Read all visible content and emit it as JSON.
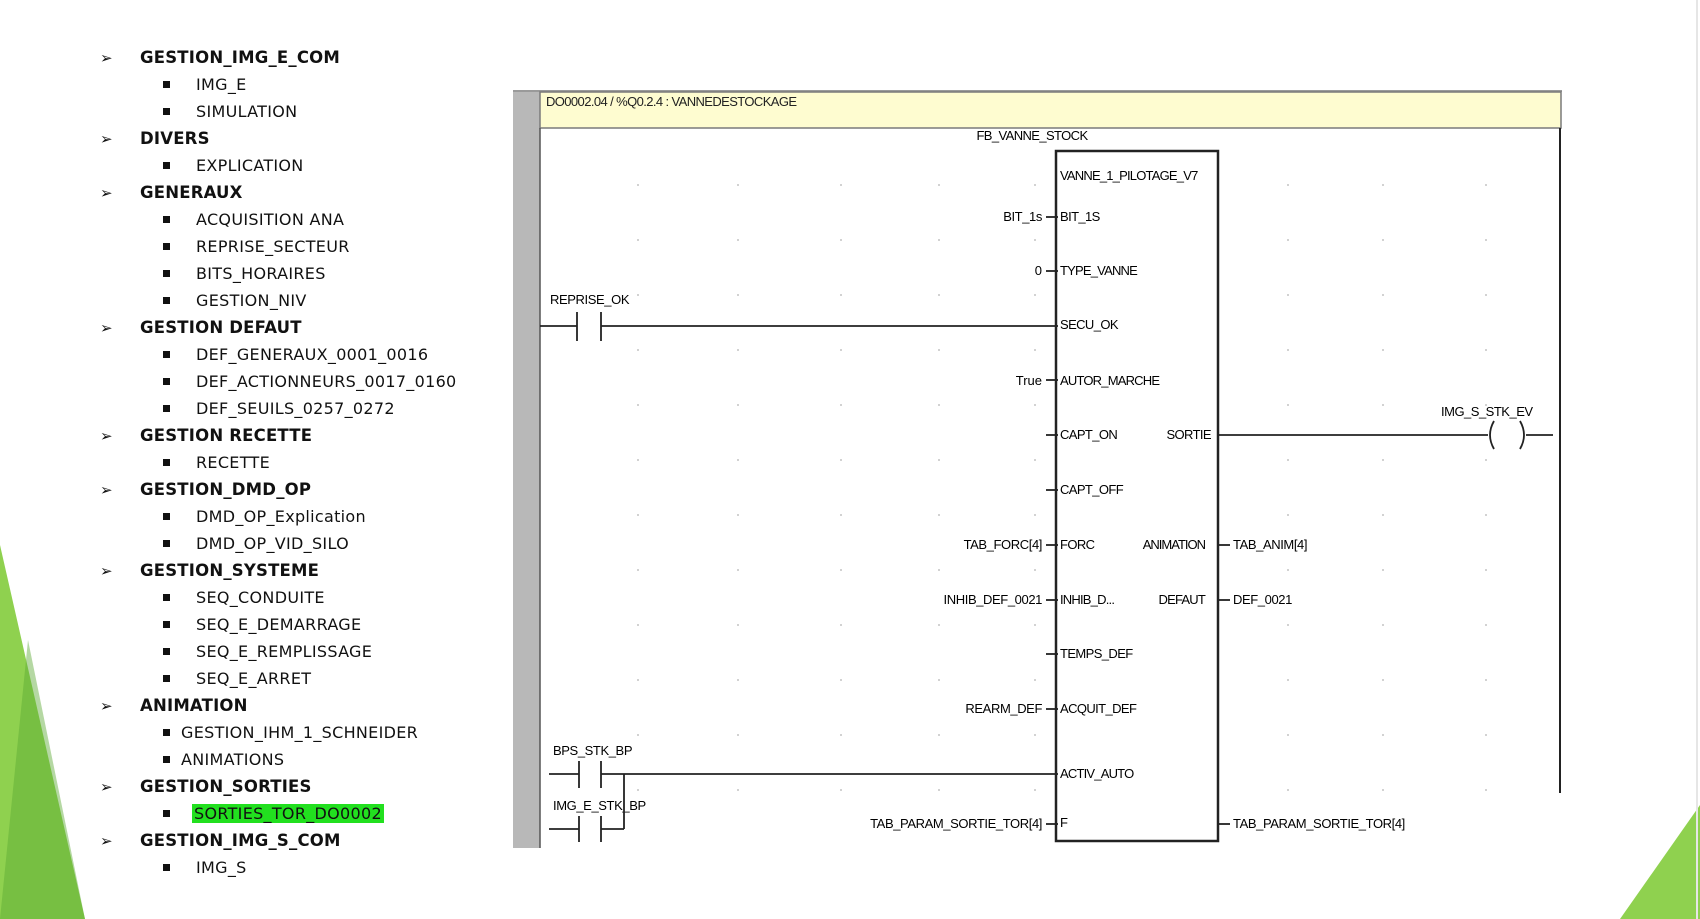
{
  "outline": {
    "groups": [
      {
        "label": "GESTION_IMG_E_COM",
        "items": [
          "IMG_E",
          "SIMULATION"
        ]
      },
      {
        "label": "DIVERS",
        "items": [
          "EXPLICATION"
        ]
      },
      {
        "label": "GENERAUX",
        "items": [
          "ACQUISITION ANA",
          "REPRISE_SECTEUR",
          "BITS_HORAIRES",
          "GESTION_NIV"
        ]
      },
      {
        "label": "GESTION DEFAUT",
        "items": [
          "DEF_GENERAUX_0001_0016",
          "DEF_ACTIONNEURS_0017_0160",
          "DEF_SEUILS_0257_0272"
        ]
      },
      {
        "label": "GESTION RECETTE",
        "items": [
          "RECETTE"
        ]
      },
      {
        "label": "GESTION_DMD_OP",
        "items": [
          "DMD_OP_Explication",
          "DMD_OP_VID_SILO"
        ]
      },
      {
        "label": "GESTION_SYSTEME",
        "items": [
          "SEQ_CONDUITE",
          "SEQ_E_DEMARRAGE",
          "SEQ_E_REMPLISSAGE",
          "SEQ_E_ARRET"
        ]
      },
      {
        "label": "ANIMATION",
        "items": [
          "GESTION_IHM_1_SCHNEIDER",
          "ANIMATIONS"
        ]
      },
      {
        "label": "GESTION_SORTIES",
        "items": [
          "SORTIES_TOR_DO0002"
        ]
      },
      {
        "label": "GESTION_IMG_S_COM",
        "items": [
          "IMG_S"
        ]
      }
    ],
    "highlighted_item": "SORTIES_TOR_DO0002",
    "highlight_color": "#22e01f"
  },
  "ladder": {
    "header": "DO0002.04 / %Q0.2.4 : VANNEDESTOCKAGE",
    "block_instance": "FB_VANNE_STOCK",
    "block_type": "VANNE_1_PILOTAGE_V7",
    "input_pins": [
      "BIT_1S",
      "TYPE_VANNE",
      "SECU_OK",
      "AUTOR_MARCHE",
      "CAPT_ON",
      "CAPT_OFF",
      "FORC",
      "INHIB_D...",
      "TEMPS_DEF",
      "ACQUIT_DEF",
      "ACTIV_AUTO",
      "F"
    ],
    "input_signals": [
      "BIT_1s",
      "0",
      "",
      "True",
      "",
      "",
      "TAB_FORC[4]",
      "INHIB_DEF_0021",
      "",
      "REARM_DEF",
      "",
      "TAB_PARAM_SORTIE_TOR[4]"
    ],
    "output_pins": [
      "SORTIE",
      "ANIMATION",
      "DEFAUT"
    ],
    "output_signals": [
      "",
      "TAB_ANIM[4]",
      "DEF_0021",
      "TAB_PARAM_SORTIE_TOR[4]"
    ],
    "contacts": [
      "REPRISE_OK",
      "BPS_STK_BP",
      "IMG_E_STK_BP"
    ],
    "coil": "IMG_S_STK_EV"
  },
  "colors": {
    "accent_green": "#8fd14f",
    "header_bg": "#fefcd0",
    "rail_gray": "#b8b8b8"
  }
}
